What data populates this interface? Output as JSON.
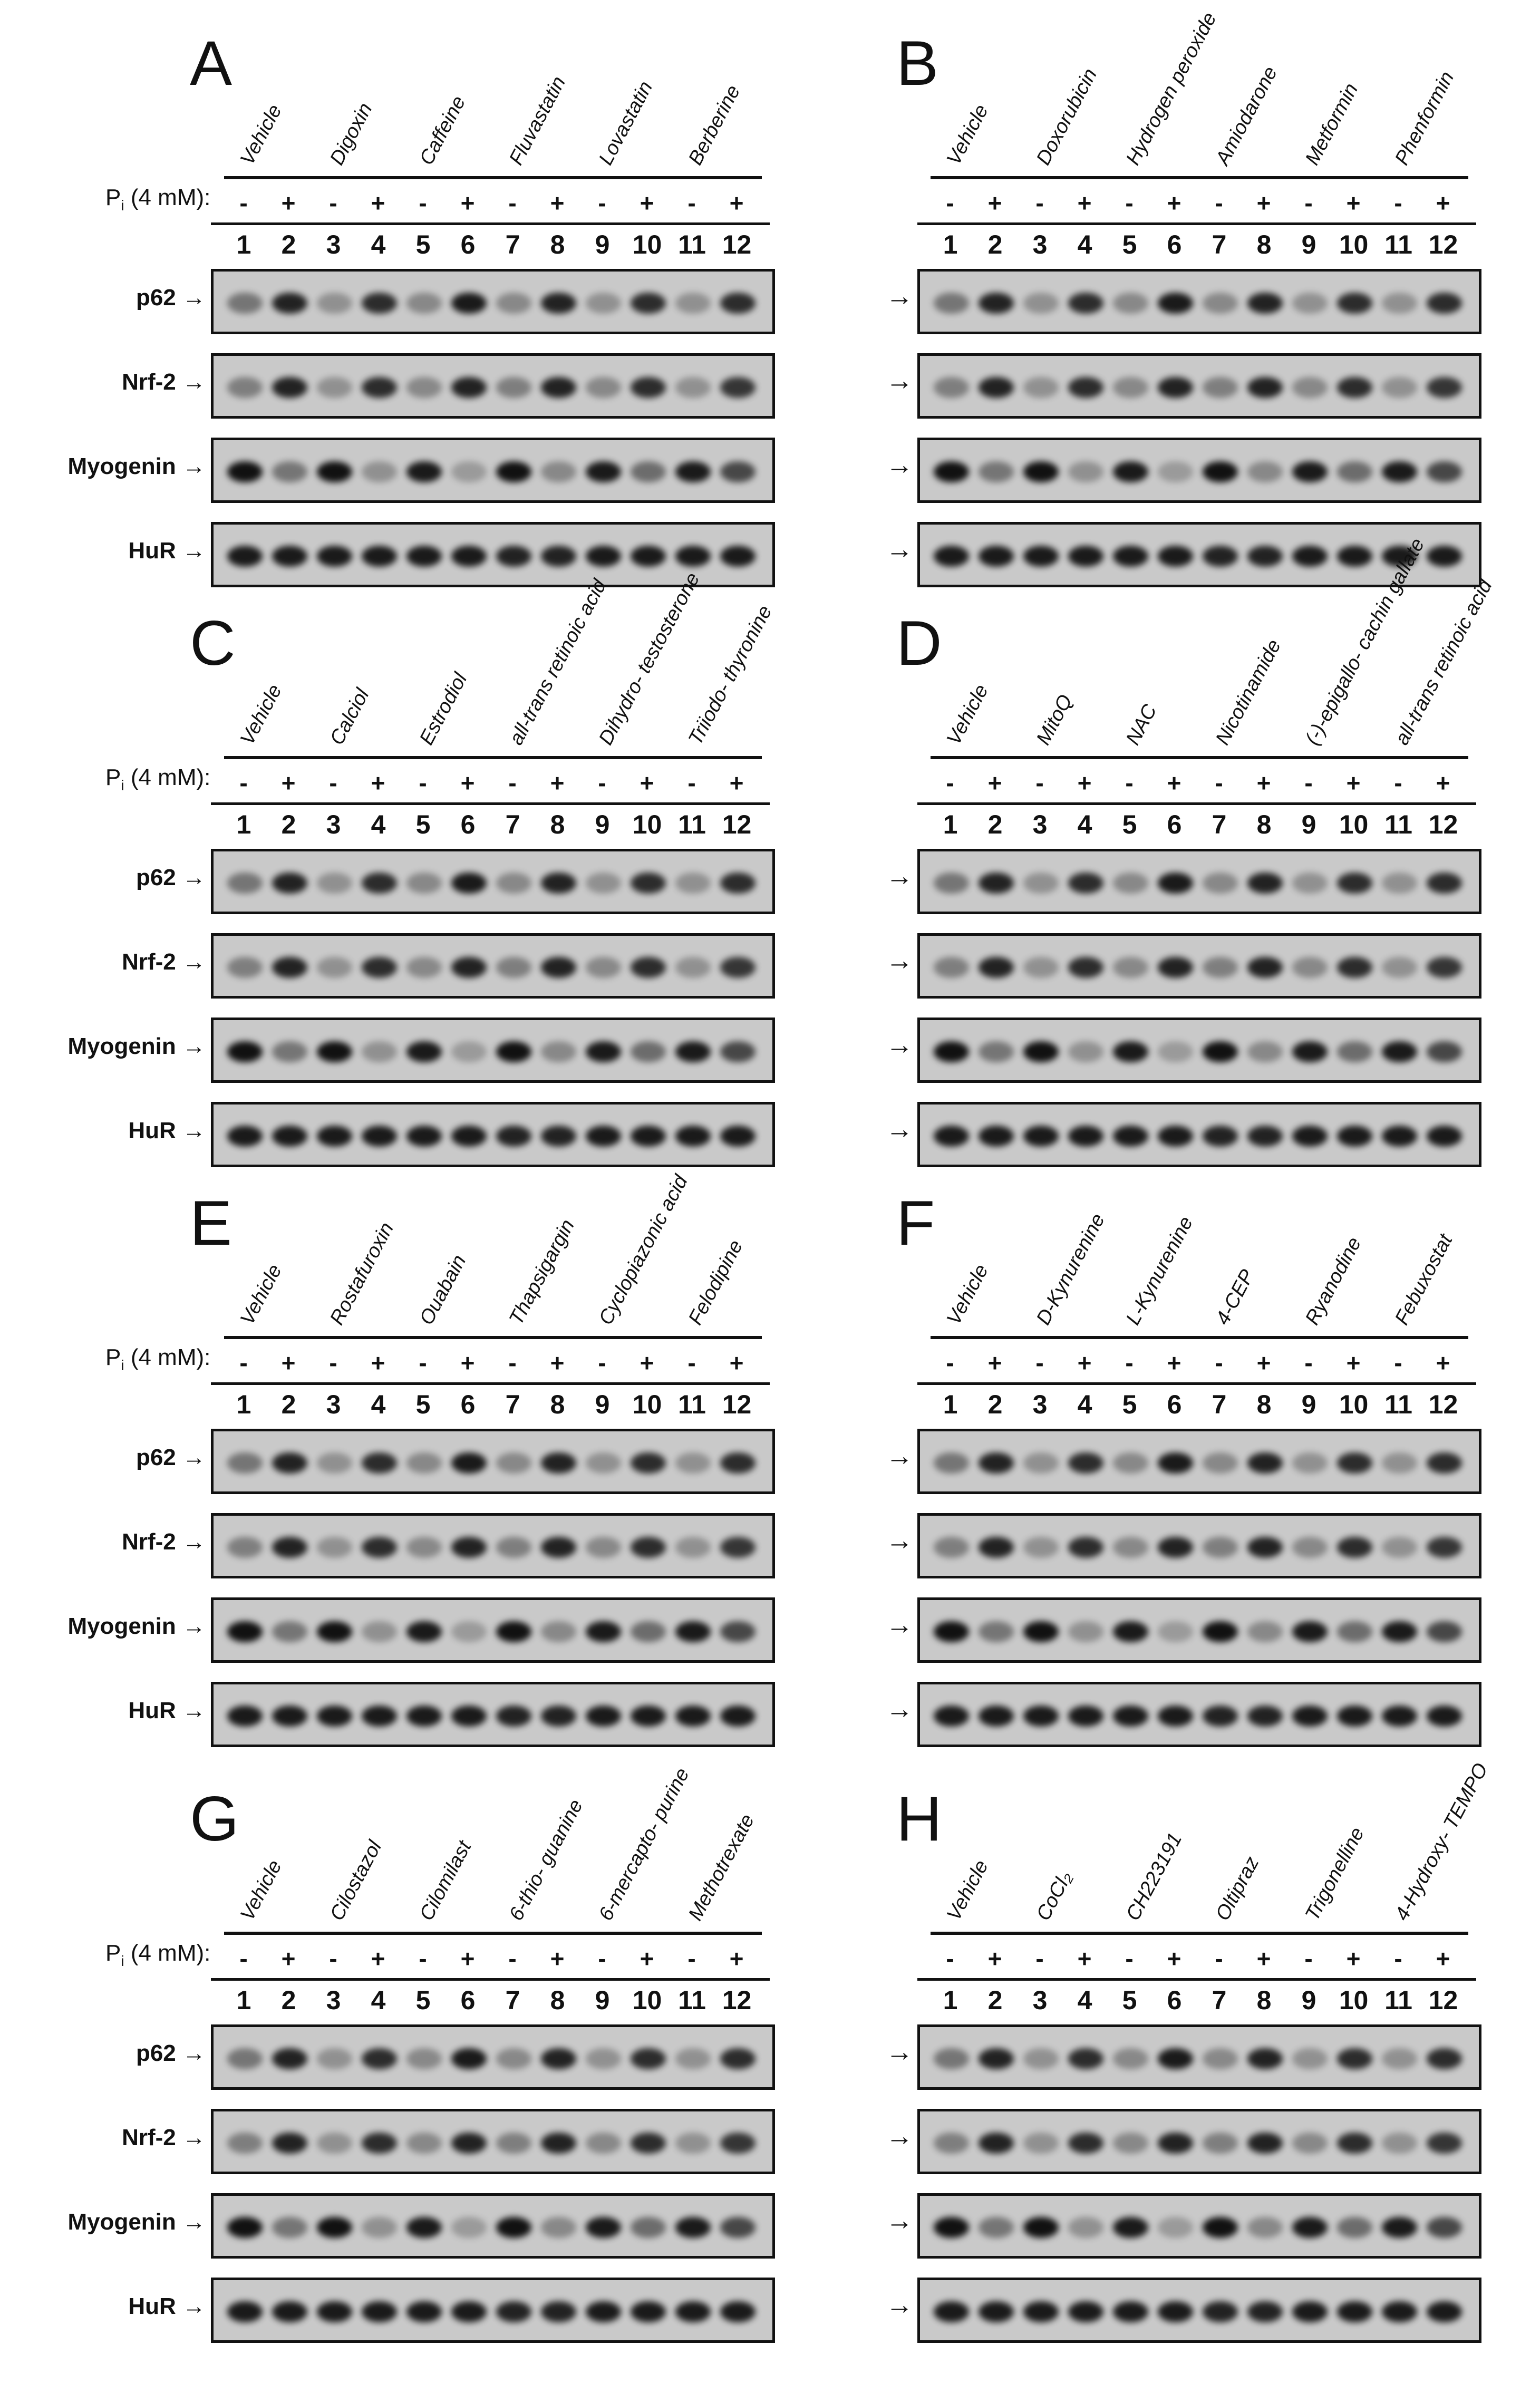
{
  "pi_label": "P",
  "pi_sub": "i",
  "pi_suffix": " (4 mM):",
  "minus": "-",
  "plus": "+",
  "lanes": [
    "1",
    "2",
    "3",
    "4",
    "5",
    "6",
    "7",
    "8",
    "9",
    "10",
    "11",
    "12"
  ],
  "proteins": [
    "p62",
    "Nrf-2",
    "Myogenin",
    "HuR"
  ],
  "arrow": "→",
  "panels": [
    {
      "letter": "A",
      "show_labels": true,
      "treatments": [
        "Vehicle",
        "Digoxin",
        "Caffeine",
        "Fluvastatin",
        "Lovastatin",
        "Berberine"
      ]
    },
    {
      "letter": "B",
      "show_labels": false,
      "treatments": [
        "Vehicle",
        "Doxorubicin",
        "Hydrogen peroxide",
        "Amiodarone",
        "Metformin",
        "Phenformin"
      ]
    },
    {
      "letter": "C",
      "show_labels": true,
      "treatments": [
        "Vehicle",
        "Calciol",
        "Estrodiol",
        "all-trans retinoic acid",
        "Dihydro- testosterone",
        "Triiodo- thyronine"
      ]
    },
    {
      "letter": "D",
      "show_labels": false,
      "treatments": [
        "Vehicle",
        "MitoQ",
        "NAC",
        "Nicotinamide",
        "(-)-epigallo- cachin gallate",
        "all-trans retinoic acid"
      ]
    },
    {
      "letter": "E",
      "show_labels": true,
      "treatments": [
        "Vehicle",
        "Rostafuroxin",
        "Ouabain",
        "Thapsigargin",
        "Cyclopiazonic acid",
        "Felodipine"
      ]
    },
    {
      "letter": "F",
      "show_labels": false,
      "treatments": [
        "Vehicle",
        "D-Kynurenine",
        "L-Kynurenine",
        "4-CEP",
        "Ryanodine",
        "Febuxostat"
      ]
    },
    {
      "letter": "G",
      "show_labels": true,
      "treatments": [
        "Vehicle",
        "Cilostazol",
        "Cilomilast",
        "6-thio- guanine",
        "6-mercapto- purine",
        "Methotrexate"
      ]
    },
    {
      "letter": "H",
      "show_labels": false,
      "treatments": [
        "Vehicle",
        "CoCl₂",
        "CH223191",
        "Oltipraz",
        "Trigonelline",
        "4-Hydroxy- TEMPO"
      ]
    }
  ]
}
